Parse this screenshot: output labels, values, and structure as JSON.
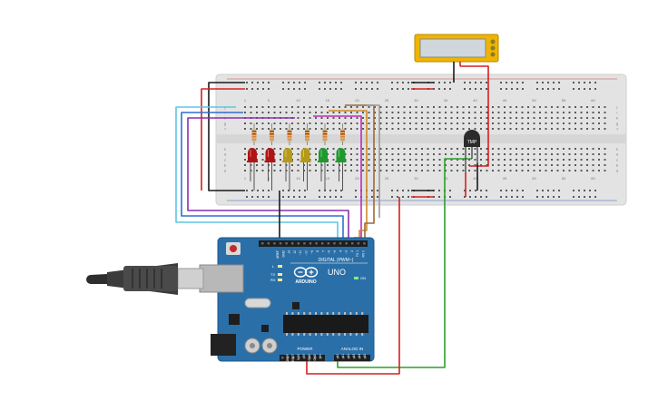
{
  "board": {
    "brand": "ARDUINO",
    "model": "UNO",
    "digital_label": "DIGITAL (PWM~)",
    "power_label": "POWER",
    "analog_label": "ANALOG IN",
    "on_label": "ON",
    "tx_label": "TX",
    "rx_label": "RX",
    "l_label": "L",
    "digital_pins": [
      "AREF",
      "GND",
      "13",
      "12",
      "~11",
      "~10",
      "~9",
      "8",
      "7",
      "~6",
      "~5",
      "4",
      "~3",
      "2",
      "TX 1",
      "RX 0"
    ],
    "power_pins": [
      "IOREF",
      "RESET",
      "3.3V",
      "5V",
      "GND",
      "GND",
      "Vin"
    ],
    "analog_pins": [
      "A0",
      "A1",
      "A2",
      "A3",
      "A4",
      "A5"
    ],
    "color": "#2a6fa8"
  },
  "sensor": {
    "label": "TMP"
  },
  "breadboard": {
    "top_numbers": [
      "1",
      "5",
      "10",
      "15",
      "20",
      "25",
      "30",
      "35",
      "40",
      "45",
      "50",
      "55",
      "60"
    ],
    "row_letters_top": [
      "j",
      "i",
      "h",
      "g",
      "f"
    ],
    "row_letters_bottom": [
      "e",
      "d",
      "c",
      "b",
      "a"
    ]
  },
  "leds": [
    {
      "color": "#b01414",
      "name": "red-led-1"
    },
    {
      "color": "#b01414",
      "name": "red-led-2"
    },
    {
      "color": "#b59a17",
      "name": "yellow-led-1"
    },
    {
      "color": "#b59a17",
      "name": "yellow-led-2"
    },
    {
      "color": "#1e9a2e",
      "name": "green-led-1"
    },
    {
      "color": "#1e9a2e",
      "name": "green-led-2"
    }
  ],
  "wire_colors": {
    "black": "#1a1a1a",
    "red": "#d42020",
    "green": "#2aa02a",
    "cyan": "#5fc6e0",
    "blue": "#2f6fd0",
    "purple": "#8a2fb0",
    "magenta": "#c02ab8",
    "orange": "#d08a2a",
    "brown": "#9a6a3a",
    "gray": "#9a9a9a"
  },
  "lcd_color": "#f0b400"
}
